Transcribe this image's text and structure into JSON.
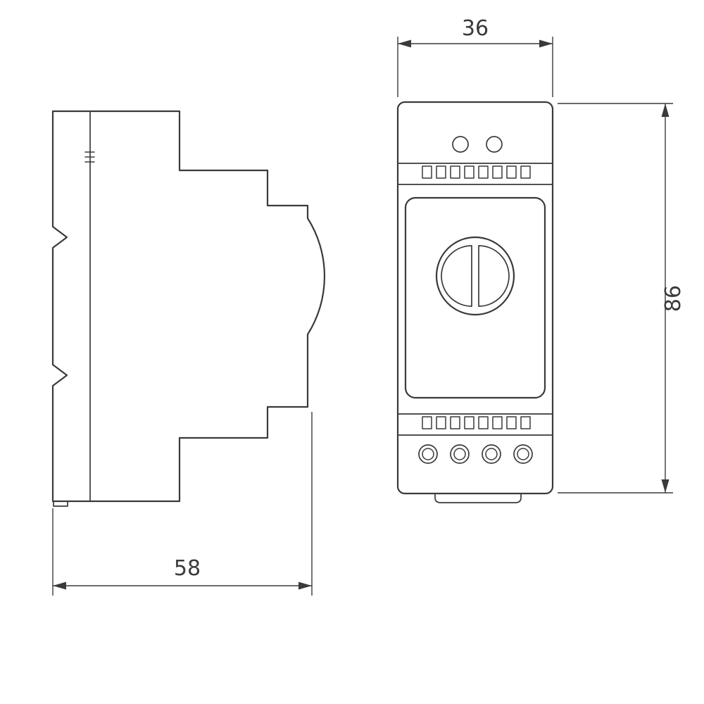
{
  "drawing": {
    "dimensions": {
      "front_width_mm": "36",
      "front_height_mm": "86",
      "side_depth_mm": "58"
    },
    "colors": {
      "line": "#3a3a3a",
      "background": "#ffffff"
    }
  }
}
